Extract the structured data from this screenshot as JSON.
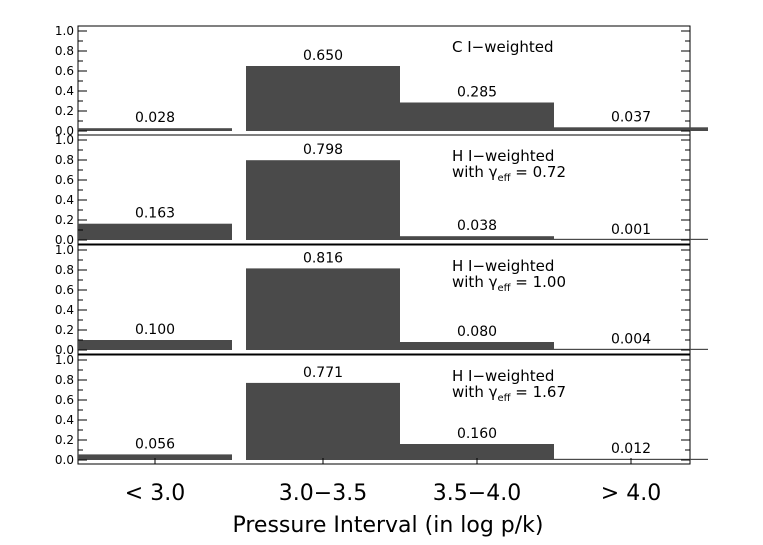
{
  "chart_data": {
    "type": "bar",
    "categories": [
      "< 3.0",
      "3.0−3.5",
      "3.5−4.0",
      "> 4.0"
    ],
    "xlabel": "Pressure Interval (in log p/k)",
    "ylabel": "",
    "ylim": [
      0,
      1.0
    ],
    "yticks": [
      "0.0",
      "0.2",
      "0.4",
      "0.6",
      "0.8",
      "1.0"
    ],
    "bar_color": "#4a4a4a",
    "panels": [
      {
        "annotation": [
          "C I−weighted"
        ],
        "values": [
          0.028,
          0.65,
          0.285,
          0.037
        ],
        "value_labels": [
          "0.028",
          "0.650",
          "0.285",
          "0.037"
        ]
      },
      {
        "annotation": [
          "H I−weighted",
          "with γ",
          "eff",
          " = 0.72"
        ],
        "values": [
          0.163,
          0.798,
          0.038,
          0.001
        ],
        "value_labels": [
          "0.163",
          "0.798",
          "0.038",
          "0.001"
        ]
      },
      {
        "annotation": [
          "H I−weighted",
          "with γ",
          "eff",
          " = 1.00"
        ],
        "values": [
          0.1,
          0.816,
          0.08,
          0.004
        ],
        "value_labels": [
          "0.100",
          "0.816",
          "0.080",
          "0.004"
        ]
      },
      {
        "annotation": [
          "H I−weighted",
          "with γ",
          "eff",
          " = 1.67"
        ],
        "values": [
          0.056,
          0.771,
          0.16,
          0.012
        ],
        "value_labels": [
          "0.056",
          "0.771",
          "0.160",
          "0.012"
        ]
      }
    ]
  }
}
